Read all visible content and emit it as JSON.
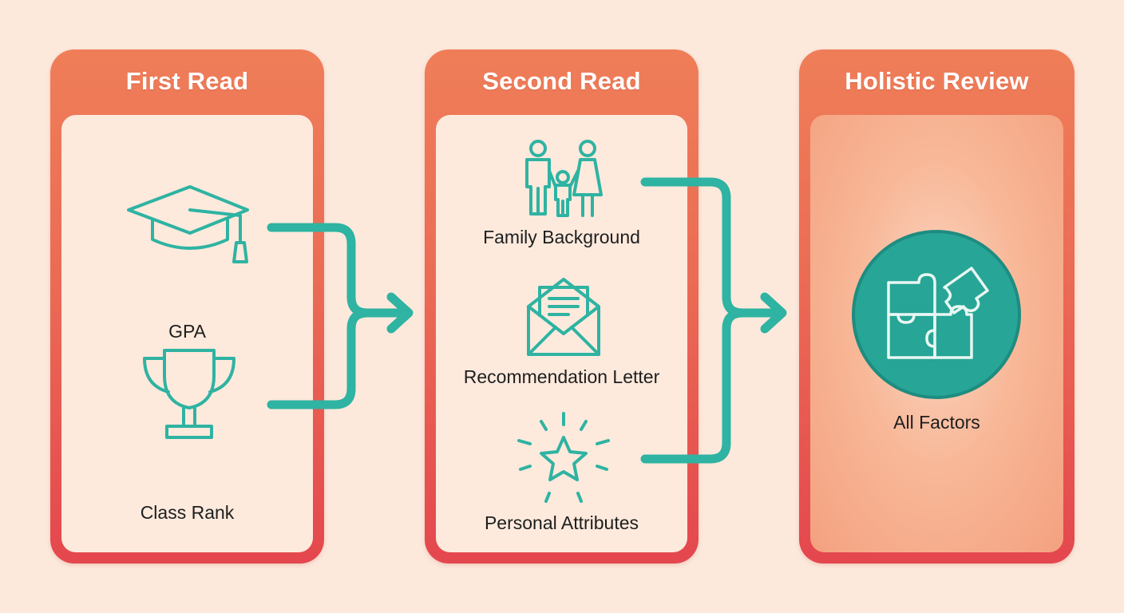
{
  "stages": [
    {
      "title": "First Read",
      "items": [
        {
          "label": "GPA",
          "icon": "graduation-cap-icon"
        },
        {
          "label": "Class Rank",
          "icon": "trophy-icon"
        }
      ]
    },
    {
      "title": "Second Read",
      "items": [
        {
          "label": "Family Background",
          "icon": "family-icon"
        },
        {
          "label": "Recommendation Letter",
          "icon": "envelope-letter-icon"
        },
        {
          "label": "Personal Attributes",
          "icon": "star-icon"
        }
      ]
    },
    {
      "title": "Holistic Review",
      "items": [
        {
          "label": "All Factors",
          "icon": "puzzle-icon"
        }
      ]
    }
  ],
  "colors": {
    "background": "#fce9dc",
    "card_top": "#ef7e58",
    "card_bottom": "#e4474e",
    "panel": "#fdeadd",
    "accent_teal": "#2fb3a2",
    "puzzle_circle": "#27a596",
    "text": "#1e1e1e"
  }
}
